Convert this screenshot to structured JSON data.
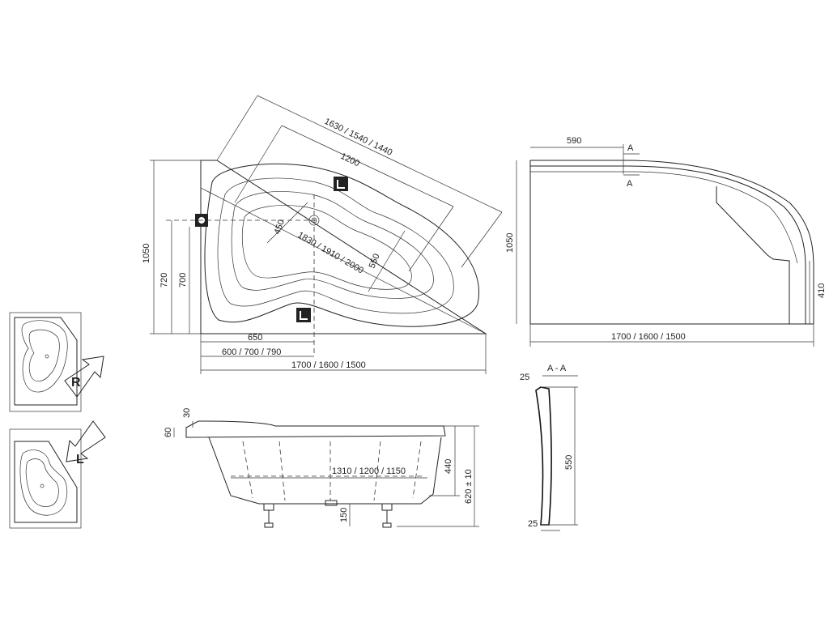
{
  "top_view": {
    "diag_length": "1630 / 1540 / 1440",
    "inner_length": "1200",
    "depth_1050": "1050",
    "depth_720": "720",
    "depth_700": "700",
    "inner_450": "450",
    "diag_inner": "1830 / 1910 / 2000",
    "inner_550": "550",
    "drain_650": "650",
    "drain_offset": "600 / 700 / 790",
    "length": "1700 / 1600 / 1500"
  },
  "front_view": {
    "rim_30": "30",
    "rim_60": "60",
    "inner_length": "1310 / 1200 / 1150",
    "depth_440": "440",
    "height_total": "620 ± 10",
    "leg_150": "150"
  },
  "panel_view": {
    "width_590": "590",
    "section_mark": "A",
    "height_1050": "1050",
    "height_410": "410",
    "length": "1700 / 1600 / 1500"
  },
  "section_view": {
    "title": "A - A",
    "top_25": "25",
    "height_550": "550",
    "bottom_25": "25"
  },
  "variants": {
    "right_label": "R",
    "left_label": "L"
  }
}
